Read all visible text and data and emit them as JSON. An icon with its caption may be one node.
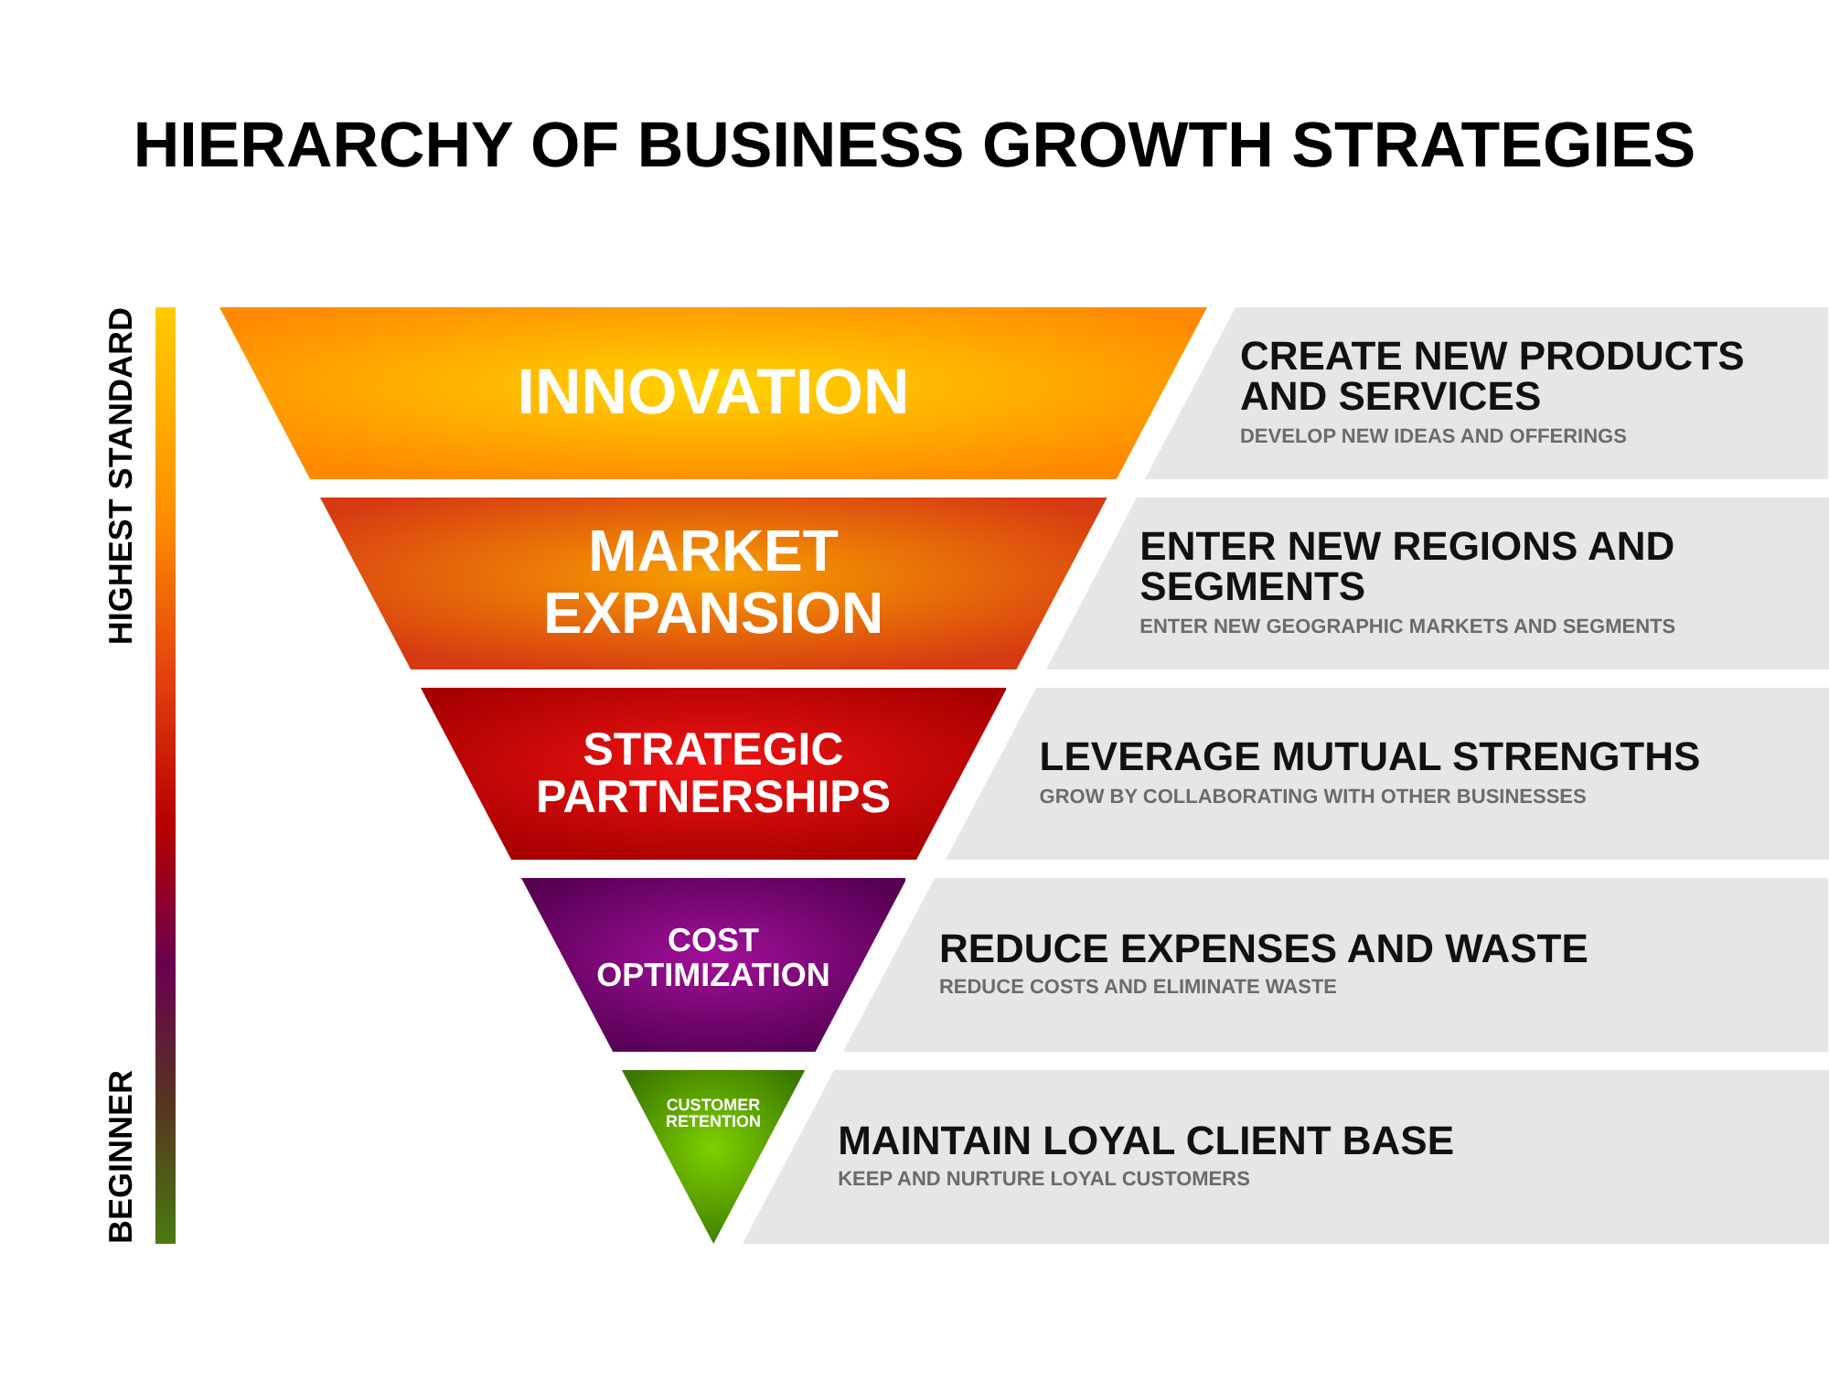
{
  "diagram": {
    "title": "HIERARCHY OF BUSINESS GROWTH STRATEGIES",
    "nodes": [
      {
        "text": [
          "INNOVATION"
        ]
      },
      {
        "text": [
          "CREATE NEW PRODUCTS AND SERVICES",
          "DEVELOP NEW IDEAS AND OFFERINGS"
        ]
      },
      {
        "text": [
          "MARKET EXPANSION"
        ]
      },
      {
        "text": [
          "ENTER NEW REGIONS AND SEGMENTS",
          "ENTER NEW GEOGRAPHIC MARKETS AND SEGMENTS"
        ]
      },
      {
        "text": [
          "STRATEGIC PARTNERSHIPS"
        ]
      },
      {
        "text": [
          "LEVERAGE MUTUAL STRENGTHS",
          "GROW BY COLLABORATING WITH OTHER BUSINESSES"
        ]
      },
      {
        "text": [
          "COST OPTIMIZATION"
        ]
      },
      {
        "text": [
          "REDUCE EXPENSES AND WASTE",
          "REDUCE COSTS AND ELIMINATE WASTE"
        ]
      },
      {
        "text": [
          "CUSTOMER RETENTION"
        ]
      },
      {
        "text": [
          "MAINTAIN LOYAL CLIENT BASE",
          "KEEP AND NURTURE LOYAL CUSTOMERS"
        ]
      }
    ],
    "labels": [
      "HIGHEST STANDARD",
      "BEGINNER"
    ]
  }
}
